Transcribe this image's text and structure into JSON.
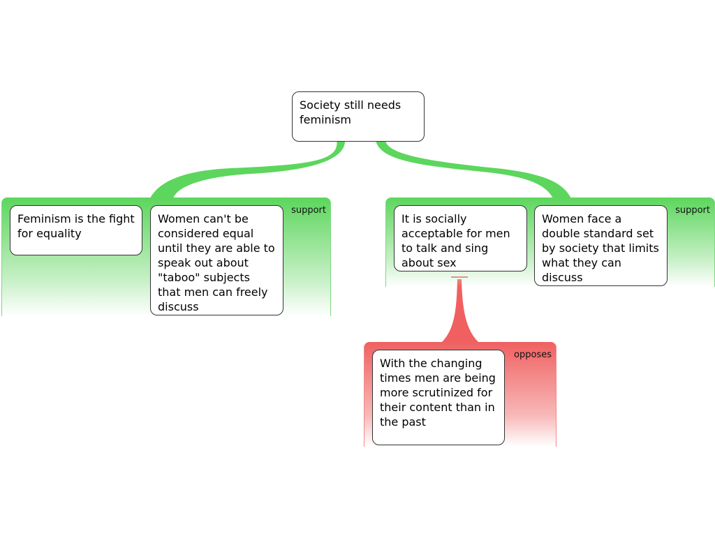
{
  "root": {
    "text": "Society still needs feminism"
  },
  "reasons": [
    {
      "relation": "support",
      "claims": [
        {
          "text": "Feminism is the fight for equality"
        },
        {
          "text": "Women can't be considered equal until they are able to speak out about \"taboo\" subjects that men can freely discuss"
        }
      ]
    },
    {
      "relation": "support",
      "claims": [
        {
          "text": "It is socially acceptable for men to talk and sing about sex"
        },
        {
          "text": "Women face a double standard set by society that limits what they can discuss"
        }
      ]
    }
  ],
  "objections": [
    {
      "relation": "opposes",
      "claims": [
        {
          "text": "With the changing times men are being more scrutinized for their content than in the past"
        }
      ]
    }
  ],
  "colors": {
    "support": "#5cd65c",
    "opposes": "#f06060"
  }
}
